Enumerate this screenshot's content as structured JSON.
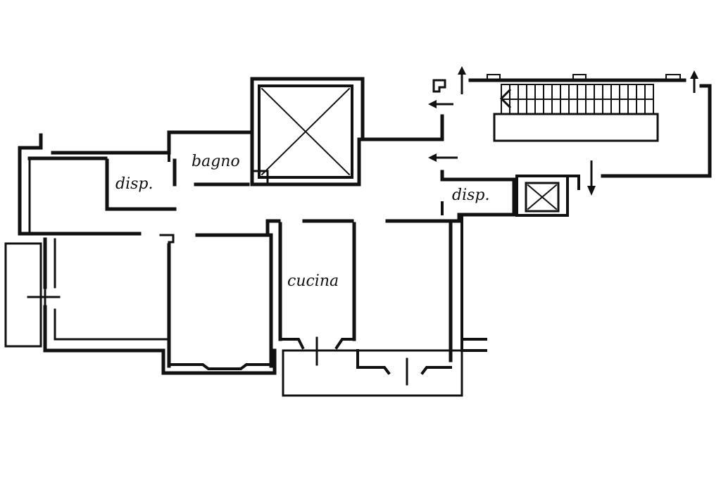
{
  "rooms": {
    "bagno": "bagno",
    "disp_left": "disp.",
    "disp_right": "disp.",
    "cucina": "cucina"
  },
  "colors": {
    "ink": "#111111",
    "paper": "#ffffff"
  }
}
